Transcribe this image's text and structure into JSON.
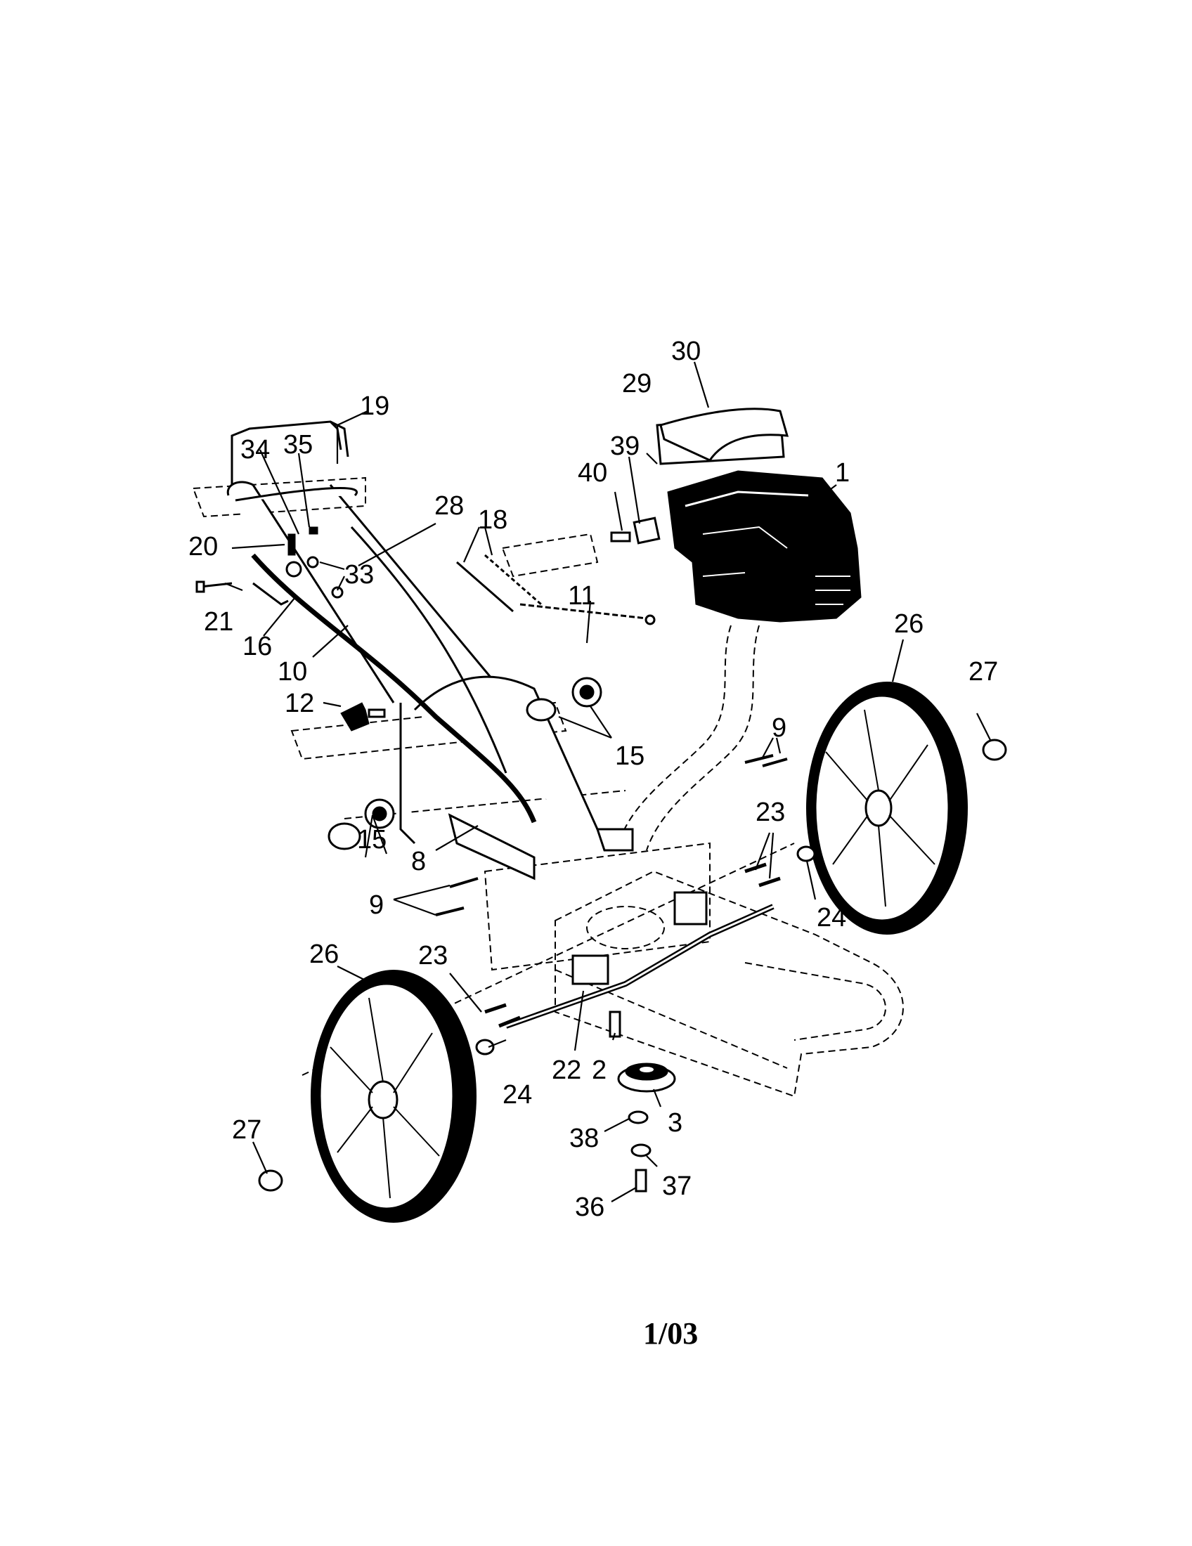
{
  "diagram": {
    "callouts": {
      "c1": "1",
      "c2": "2",
      "c3": "3",
      "c8": "8",
      "c9a": "9",
      "c9b": "9",
      "c10": "10",
      "c11": "11",
      "c12": "12",
      "c15a": "15",
      "c15b": "15",
      "c16": "16",
      "c18": "18",
      "c19": "19",
      "c20": "20",
      "c21": "21",
      "c22": "22",
      "c23a": "23",
      "c23b": "23",
      "c24a": "24",
      "c24b": "24",
      "c26a": "26",
      "c26b": "26",
      "c27a": "27",
      "c27b": "27",
      "c28": "28",
      "c29": "29",
      "c30": "30",
      "c33": "33",
      "c34": "34",
      "c35": "35",
      "c36": "36",
      "c37": "37",
      "c38": "38",
      "c39": "39",
      "c40": "40"
    },
    "date_code": "1/03"
  }
}
